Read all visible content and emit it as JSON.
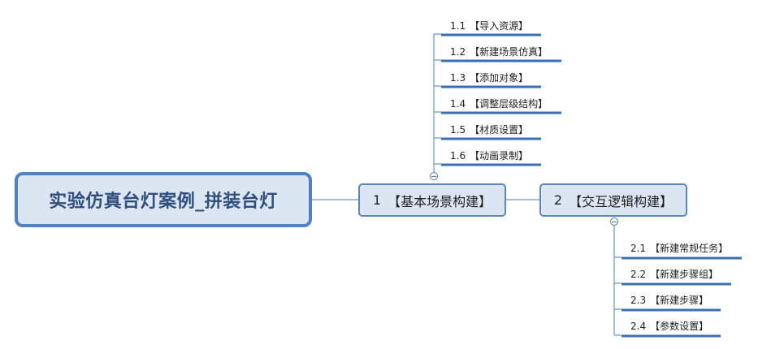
{
  "root": {
    "title": "实验仿真台灯案例_拼装台灯"
  },
  "branches": [
    {
      "number": "1",
      "label": "【基本场景构建】",
      "children": [
        {
          "number": "1.1",
          "label": "【导入资源】"
        },
        {
          "number": "1.2",
          "label": "【新建场景仿真】"
        },
        {
          "number": "1.3",
          "label": "【添加对象】"
        },
        {
          "number": "1.4",
          "label": "【调整层级结构】"
        },
        {
          "number": "1.5",
          "label": "【材质设置】"
        },
        {
          "number": "1.6",
          "label": "【动画录制】"
        }
      ]
    },
    {
      "number": "2",
      "label": "【交互逻辑构建】",
      "children": [
        {
          "number": "2.1",
          "label": "【新建常规任务】"
        },
        {
          "number": "2.2",
          "label": "【新建步骤组】"
        },
        {
          "number": "2.3",
          "label": "【新建步骤】"
        },
        {
          "number": "2.4",
          "label": "【参数设置】"
        }
      ]
    }
  ],
  "colors": {
    "node_fill": "#dce6f2",
    "node_border": "#4f81c7",
    "connector": "#4a7ebb",
    "leaf_underline": "#3f6fb0",
    "root_text": "#2f4f7f"
  }
}
